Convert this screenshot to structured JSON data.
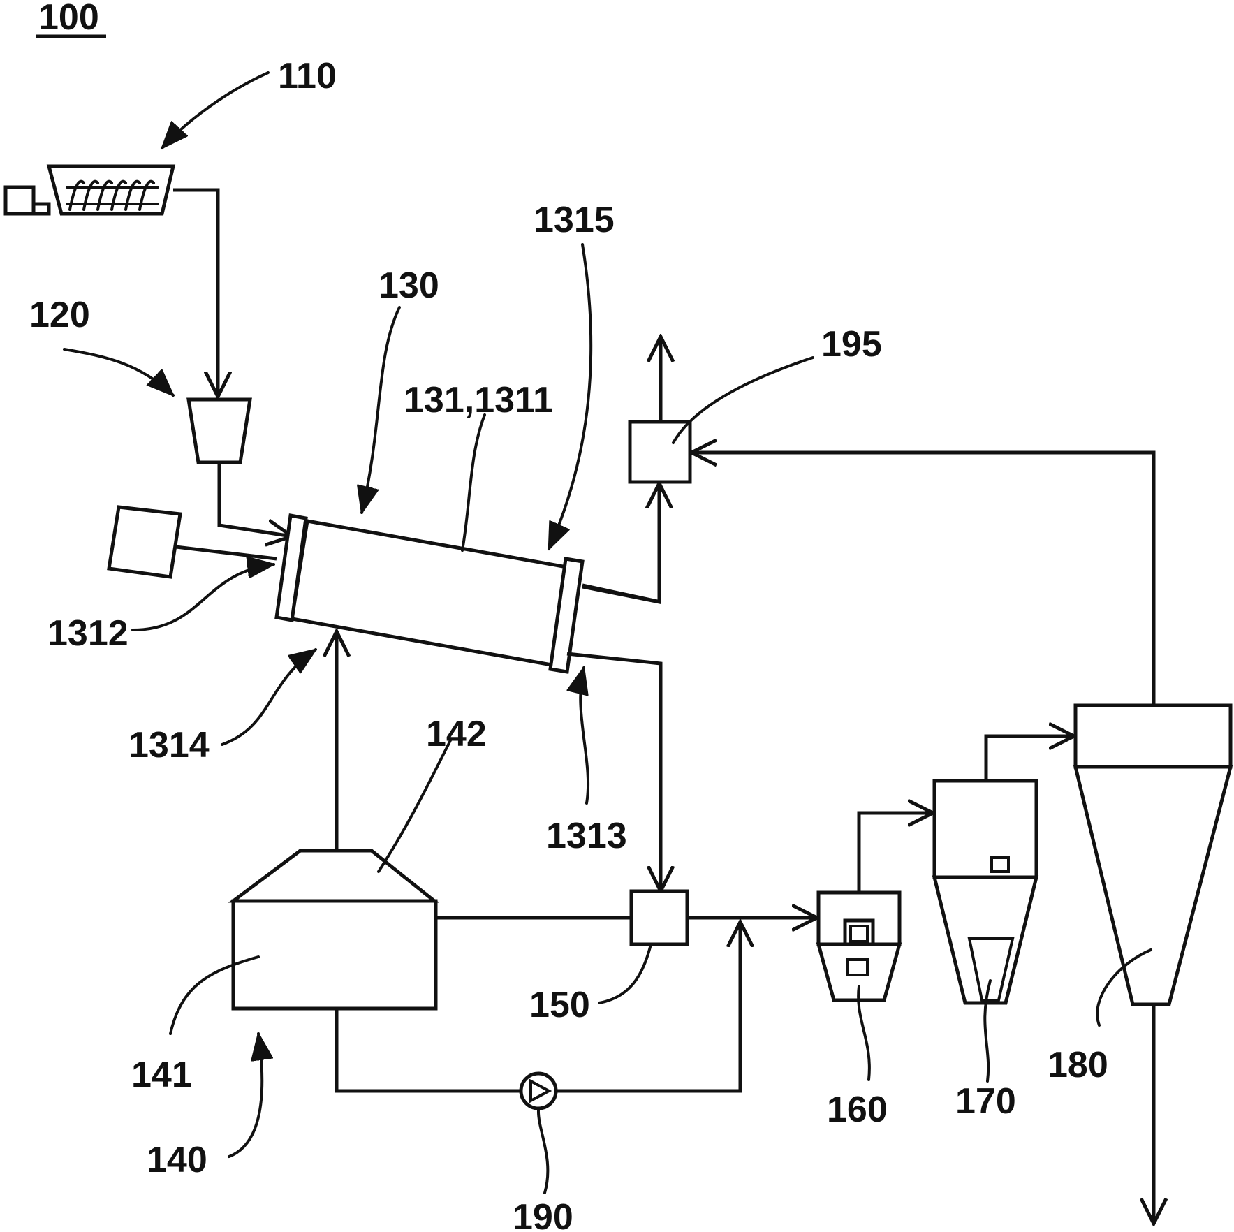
{
  "figure_ref": "100",
  "labels": {
    "l110": "110",
    "l120": "120",
    "l130": "130",
    "l131": "131,1311",
    "l1315": "1315",
    "l195": "195",
    "l1312": "1312",
    "l1314": "1314",
    "l142": "142",
    "l1313": "1313",
    "l150": "150",
    "l141": "141",
    "l140": "140",
    "l190": "190",
    "l160": "160",
    "l170": "170",
    "l180": "180"
  }
}
